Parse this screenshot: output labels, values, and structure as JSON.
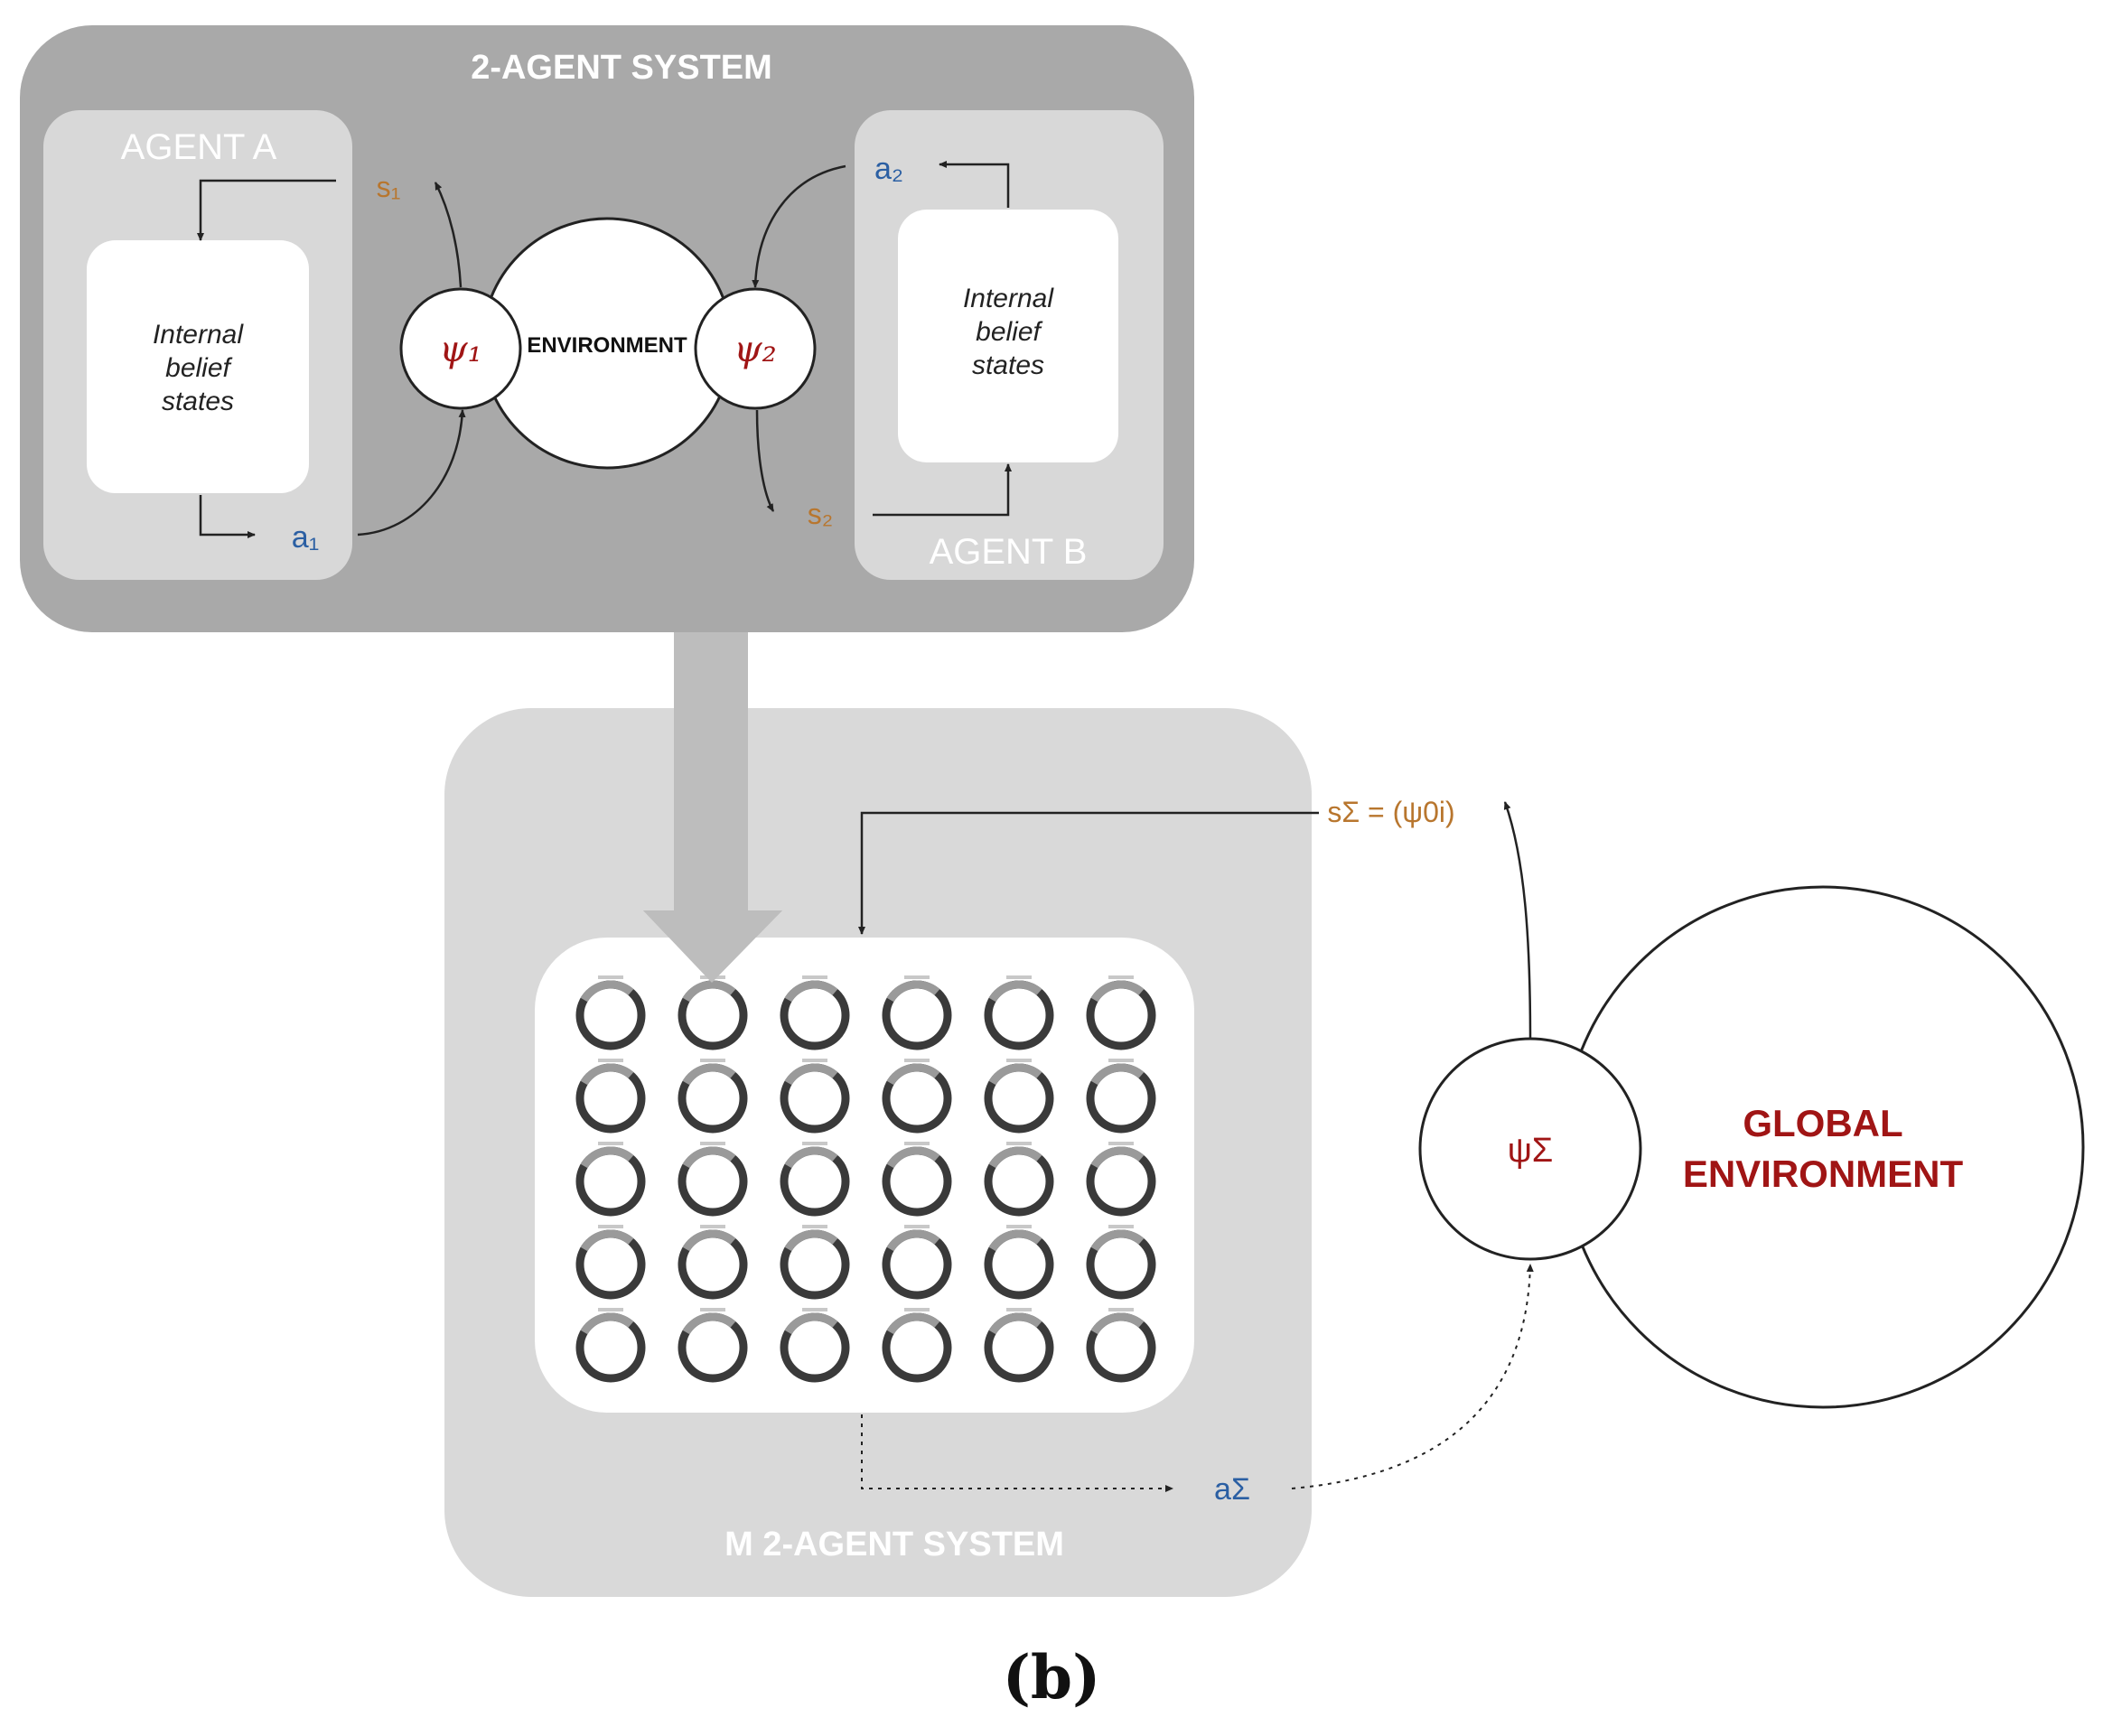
{
  "colors": {
    "outer_panel": "#a9a9a9",
    "agent_panel": "#d8d8d8",
    "m_system_panel": "#d9d9d9",
    "big_arrow": "#bdbdbd",
    "panel_title": "#ffffff",
    "sensory": "#b8762e",
    "action": "#2b5fa3",
    "psi": "#a01515",
    "global": "#a01515",
    "stroke": "#222222",
    "ring": "#444444"
  },
  "two_agent_system": {
    "title": "2-AGENT SYSTEM",
    "agent_a": {
      "title": "AGENT A",
      "belief": [
        "Internal",
        "belief",
        "states"
      ],
      "sensory_label": "s₁",
      "action_label": "a₁"
    },
    "agent_b": {
      "title": "AGENT B",
      "belief": [
        "Internal",
        "belief",
        "states"
      ],
      "sensory_label": "s₂",
      "action_label": "a₂"
    },
    "environment_label": "ENVIRONMENT",
    "psi1_label": "ψ₁",
    "psi2_label": "ψ₂"
  },
  "m_system": {
    "title": "M  2-AGENT SYSTEM",
    "grid": {
      "rows": 5,
      "cols": 6
    },
    "sensory_label": "sΣ = (ψ0i)",
    "action_label": "aΣ"
  },
  "global": {
    "psi_label": "ψΣ",
    "label_lines": [
      "GLOBAL",
      "ENVIRONMENT"
    ]
  },
  "caption": "(b)"
}
